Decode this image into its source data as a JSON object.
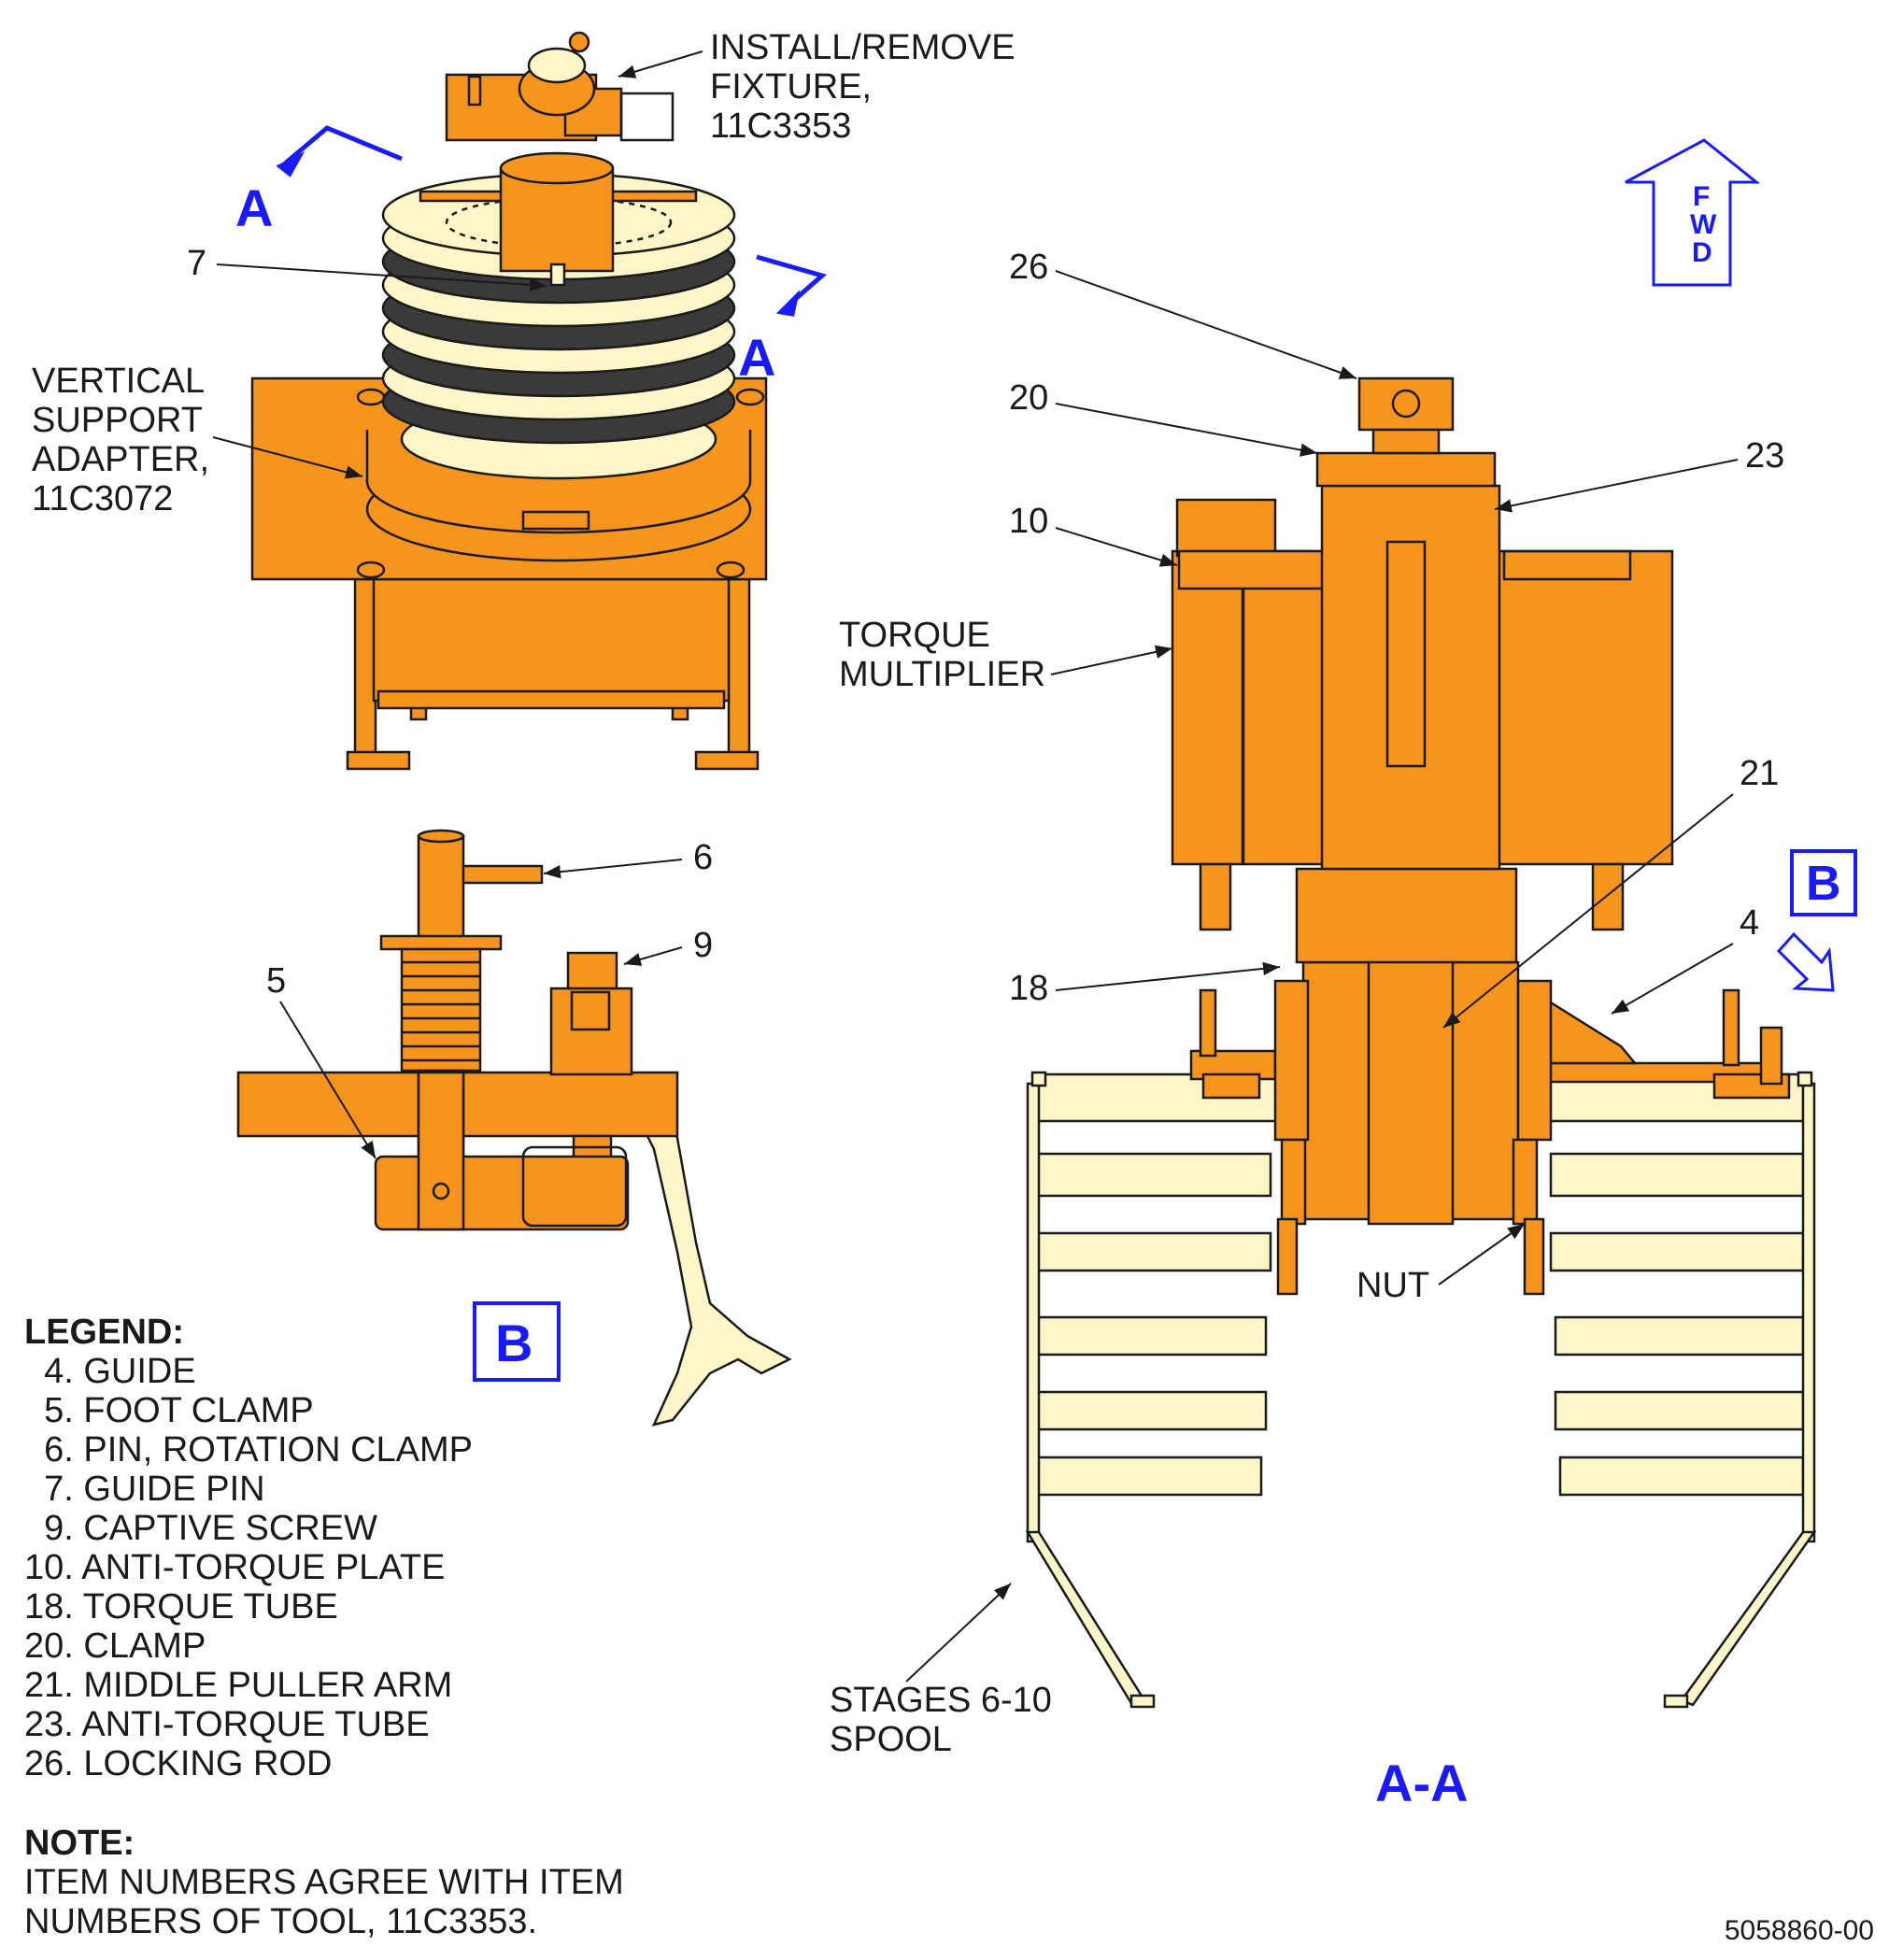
{
  "labels": {
    "install_fixture": [
      "INSTALL/REMOVE",
      "FIXTURE,",
      "11C3353"
    ],
    "vertical_support": [
      "VERTICAL",
      "SUPPORT",
      "ADAPTER,",
      "11C3072"
    ],
    "torque_multiplier": [
      "TORQUE",
      "MULTIPLIER"
    ],
    "stages_spool": [
      "STAGES 6-10",
      "SPOOL"
    ],
    "nut": "NUT",
    "callouts": [
      "7",
      "26",
      "20",
      "23",
      "10",
      "21",
      "18",
      "4",
      "6",
      "9",
      "5"
    ],
    "section_a": "A",
    "section_b": "B",
    "view_aa": "A-A",
    "fwd_letters": [
      "F",
      "W",
      "D"
    ]
  },
  "legend": {
    "title": "LEGEND:",
    "items": [
      "  4. GUIDE",
      "  5. FOOT CLAMP",
      "  6. PIN, ROTATION CLAMP",
      "  7. GUIDE PIN",
      "  9. CAPTIVE SCREW",
      "10. ANTI-TORQUE PLATE",
      "18. TORQUE TUBE",
      "20. CLAMP",
      "21. MIDDLE PULLER ARM",
      "23. ANTI-TORQUE TUBE",
      "26. LOCKING ROD"
    ]
  },
  "note": {
    "title": "NOTE:",
    "lines": [
      "ITEM NUMBERS AGREE WITH ITEM",
      "NUMBERS OF TOOL, 11C3353."
    ]
  },
  "drawing_number": "5058860-00",
  "colors": {
    "tool_orange": "#f7941d",
    "part_cream": "#fdf6c8",
    "section_blue": "#1a1aff",
    "line_dark": "#1a1a1a"
  }
}
